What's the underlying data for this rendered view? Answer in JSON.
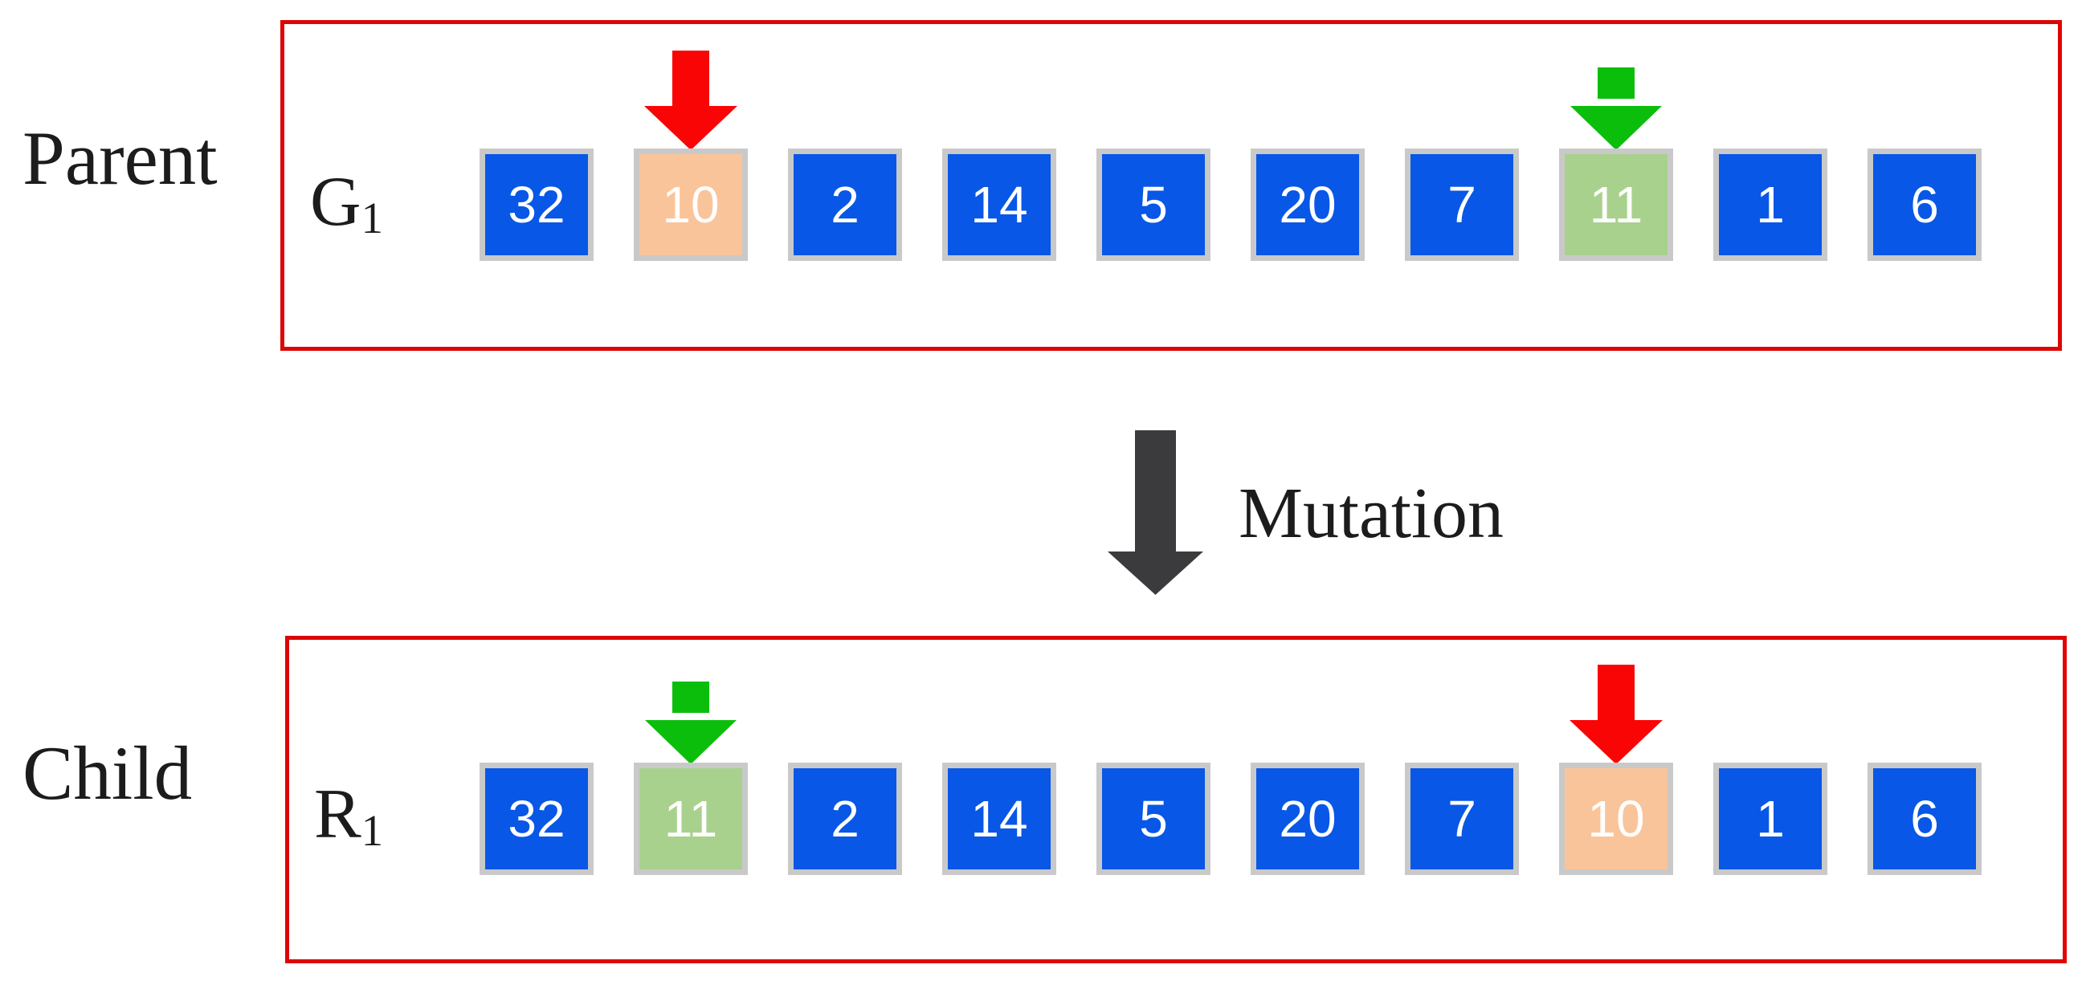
{
  "labels": {
    "parent": "Parent",
    "child": "Child",
    "mutation": "Mutation"
  },
  "parent_row": {
    "id": "G",
    "id_subscript": "1",
    "genes": [
      {
        "value": "32",
        "state": "normal"
      },
      {
        "value": "10",
        "state": "swap-red"
      },
      {
        "value": "2",
        "state": "normal"
      },
      {
        "value": "14",
        "state": "normal"
      },
      {
        "value": "5",
        "state": "normal"
      },
      {
        "value": "20",
        "state": "normal"
      },
      {
        "value": "7",
        "state": "normal"
      },
      {
        "value": "11",
        "state": "swap-green"
      },
      {
        "value": "1",
        "state": "normal"
      },
      {
        "value": "6",
        "state": "normal"
      }
    ]
  },
  "child_row": {
    "id": "R",
    "id_subscript": "1",
    "genes": [
      {
        "value": "32",
        "state": "normal"
      },
      {
        "value": "11",
        "state": "swap-green"
      },
      {
        "value": "2",
        "state": "normal"
      },
      {
        "value": "14",
        "state": "normal"
      },
      {
        "value": "5",
        "state": "normal"
      },
      {
        "value": "20",
        "state": "normal"
      },
      {
        "value": "7",
        "state": "normal"
      },
      {
        "value": "10",
        "state": "swap-red"
      },
      {
        "value": "1",
        "state": "normal"
      },
      {
        "value": "6",
        "state": "normal"
      }
    ]
  },
  "colors": {
    "gene-blue": "#0857E6",
    "gene-orange": "#FAC49B",
    "gene-green": "#A9D18E",
    "arrow-red": "#FA0505",
    "arrow-green": "#0CBE0C",
    "arrow-dark": "#3B3A3C",
    "box-border": "#DE0505",
    "cell-border": "#C9C9C9",
    "ink": "#1C1C1C",
    "paper": "#FFFFFF"
  }
}
